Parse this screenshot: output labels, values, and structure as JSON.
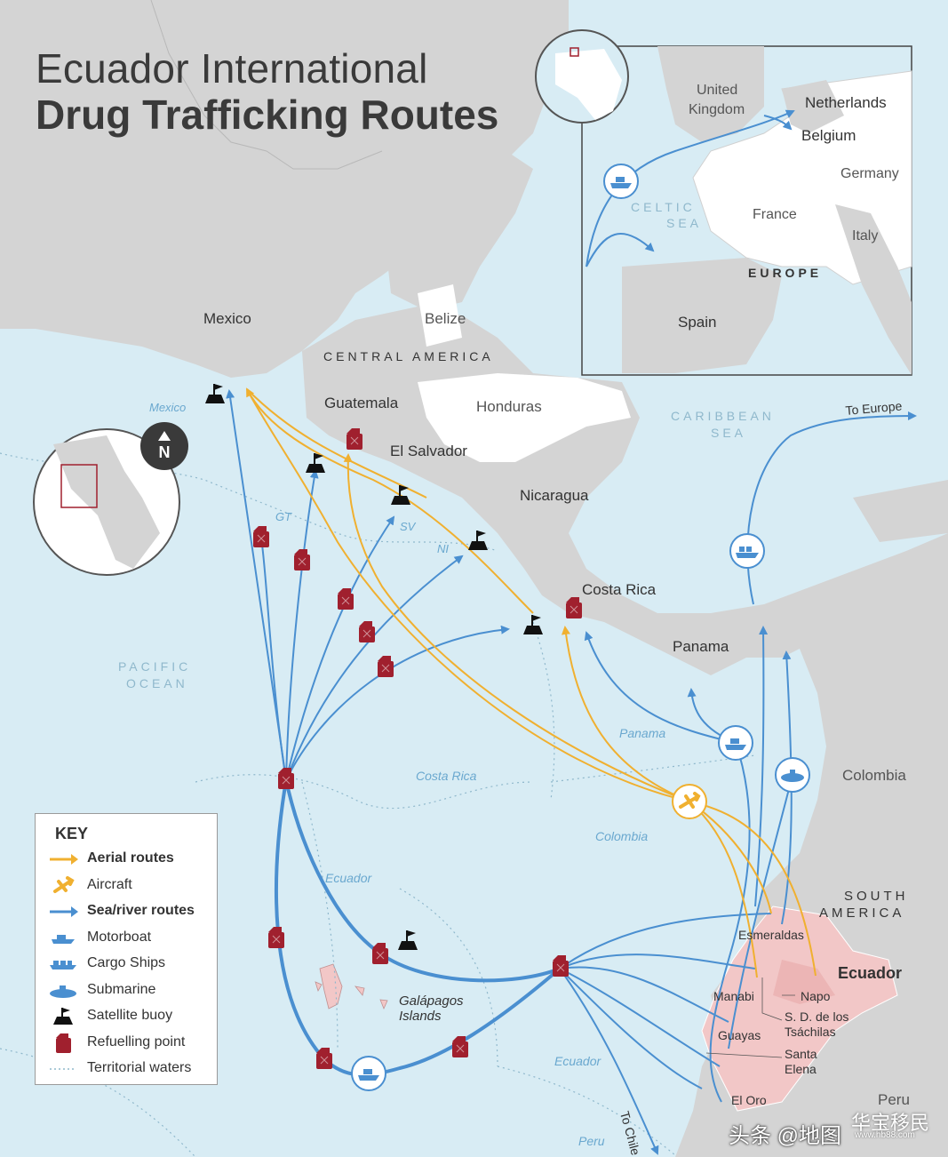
{
  "title": {
    "line1": "Ecuador International",
    "line2": "Drug Trafficking Routes"
  },
  "labels": {
    "mexico": "Mexico",
    "belize": "Belize",
    "central_america": "CENTRAL AMERICA",
    "guatemala": "Guatemala",
    "honduras": "Honduras",
    "el_salvador": "El Salvador",
    "nicaragua": "Nicaragua",
    "costa_rica": "Costa Rica",
    "panama": "Panama",
    "colombia": "Colombia",
    "caribbean_sea_1": "CARIBBEAN",
    "caribbean_sea_2": "SEA",
    "to_europe": "To Europe",
    "pacific_1": "PACIFIC",
    "pacific_2": "OCEAN",
    "south_america_1": "SOUTH",
    "south_america_2": "AMERICA",
    "ecuador": "Ecuador",
    "peru": "Peru",
    "galapagos_1": "Galápagos",
    "galapagos_2": "Islands",
    "to_chile": "To Chile",
    "esmeraldas": "Esmeraldas",
    "manabi": "Manabi",
    "napo": "Napo",
    "santo_domingo_1": "S. D. de los",
    "santo_domingo_2": "Tsáchilas",
    "guayas": "Guayas",
    "santa_elena_1": "Santa",
    "santa_elena_2": "Elena",
    "el_oro": "El Oro"
  },
  "waters": {
    "mexico": "Mexico",
    "gt": "GT",
    "sv": "SV",
    "ni": "NI",
    "costa_rica": "Costa Rica",
    "panama": "Panama",
    "colombia": "Colombia",
    "ecuador_a": "Ecuador",
    "ecuador_b": "Ecuador",
    "peru": "Peru"
  },
  "inset": {
    "united_kingdom_1": "United",
    "united_kingdom_2": "Kingdom",
    "netherlands": "Netherlands",
    "belgium": "Belgium",
    "germany": "Germany",
    "france": "France",
    "italy": "Italy",
    "celtic_1": "CELTIC",
    "celtic_2": "SEA",
    "europe": "EUROPE",
    "spain": "Spain"
  },
  "compass": "N",
  "key": {
    "title": "KEY",
    "items": [
      {
        "label": "Aerial routes",
        "bold": true,
        "symbol": "arrow",
        "color": "#f0b030"
      },
      {
        "label": "Aircraft",
        "bold": false,
        "symbol": "aircraft",
        "color": "#f0b030"
      },
      {
        "label": "Sea/river routes",
        "bold": true,
        "symbol": "arrow",
        "color": "#4a8fd0"
      },
      {
        "label": "Motorboat",
        "bold": false,
        "symbol": "motorboat",
        "color": "#4a8fd0"
      },
      {
        "label": "Cargo Ships",
        "bold": false,
        "symbol": "cargo-ship",
        "color": "#4a8fd0"
      },
      {
        "label": "Submarine",
        "bold": false,
        "symbol": "submarine",
        "color": "#4a8fd0"
      },
      {
        "label": "Satellite buoy",
        "bold": false,
        "symbol": "buoy",
        "color": "#111111"
      },
      {
        "label": "Refuelling point",
        "bold": false,
        "symbol": "fuel-can",
        "color": "#a0202e"
      },
      {
        "label": "Territorial waters",
        "bold": false,
        "symbol": "dotted",
        "color": "#8fb8cc"
      }
    ]
  },
  "colors": {
    "sea": "#d8ecf4",
    "land": "#d4d4d4",
    "land_highlight": "#ffffff",
    "ecuador_provinces": "#f2c7c7",
    "aerial": "#f0b030",
    "sea_route": "#4a8fd0",
    "refuel": "#a0202e"
  },
  "watermark": {
    "text": "头条 @地图",
    "stamp": "华宝移民",
    "url": "www.hb88.com"
  }
}
